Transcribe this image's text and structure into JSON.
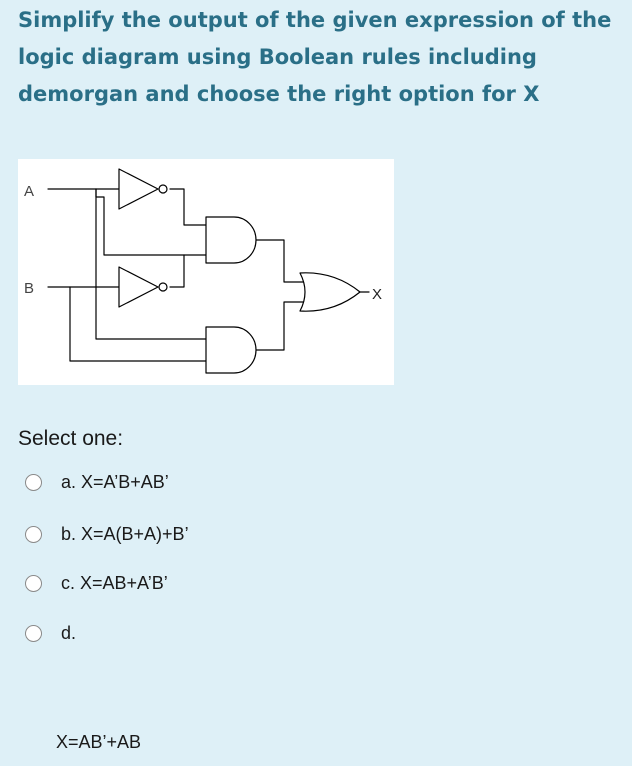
{
  "question": {
    "text": "Simplify the output of the given expression of the logic diagram using Boolean rules including demorgan  and choose the right option for X"
  },
  "diagram": {
    "input_a": "A",
    "input_b": "B",
    "output_x": "X"
  },
  "answers": {
    "prompt": "Select one:",
    "options": [
      {
        "label": "a. X=A’B+AB’"
      },
      {
        "label": "b. X=A(B+A)+B’"
      },
      {
        "label": "c. X=AB+A’B’"
      },
      {
        "label": "d."
      }
    ],
    "extra_text": "X=AB’+AB"
  }
}
